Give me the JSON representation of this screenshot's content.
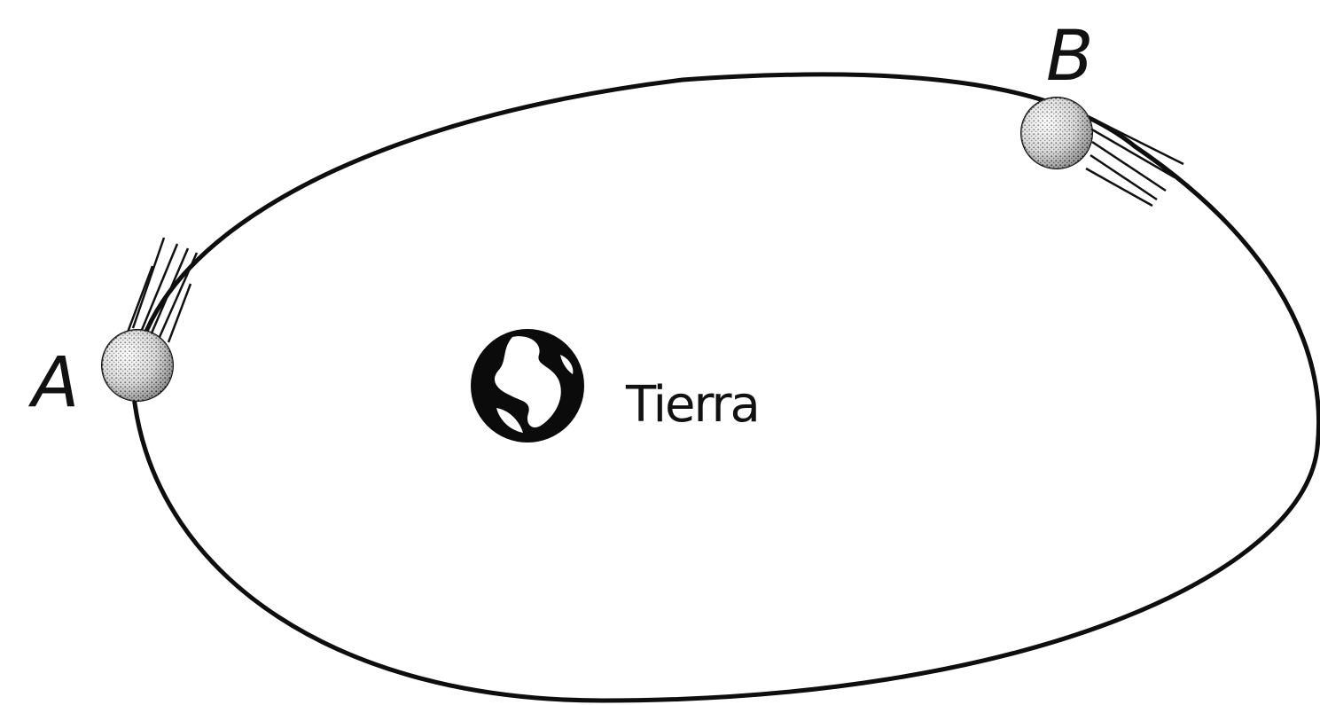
{
  "diagram": {
    "point_a_label": "A",
    "point_b_label": "B",
    "earth_label": "Tierra",
    "colors": {
      "ink": "#111111",
      "background": "#ffffff",
      "orbit": "#0e0e0e"
    },
    "icons": {
      "earth": "globe-icon",
      "satellite_a": "satellite-body-icon",
      "satellite_b": "satellite-body-icon"
    }
  }
}
